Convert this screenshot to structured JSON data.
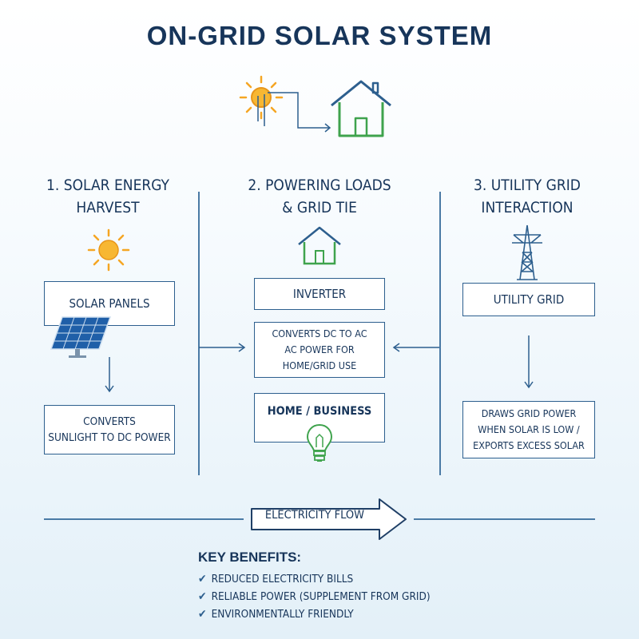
{
  "title": "ON-GRID SOLAR SYSTEM",
  "columns": [
    {
      "heading_line1": "1. SOLAR ENERGY",
      "heading_line2": "HARVEST",
      "box1": "SOLAR PANELS",
      "box2_line1": "CONVERTS",
      "box2_line2": "SUNLIGHT TO DC POWER"
    },
    {
      "heading_line1": "2. POWERING LOADS",
      "heading_line2": "& GRID TIE",
      "box1": "INVERTER",
      "box2_line1": "CONVERTS DC TO AC",
      "box2_line2": "AC POWER FOR",
      "box2_line3": "HOME/GRID USE",
      "box3": "HOME / BUSINESS"
    },
    {
      "heading_line1": "3. UTILITY GRID",
      "heading_line2": "INTERACTION",
      "box1": "UTILITY GRID",
      "box2_line1": "DRAWS GRID POWER",
      "box2_line2": "WHEN SOLAR IS LOW /",
      "box2_line3": "EXPORTS EXCESS SOLAR"
    }
  ],
  "flow_label": "ELECTRICITY FLOW",
  "benefits_title": "KEY BENEFITS:",
  "benefits": [
    "REDUCED ELECTRICITY BILLS",
    "RELIABLE POWER (SUPPLEMENT FROM GRID)",
    "ENVIRONMENTALLY FRIENDLY"
  ],
  "colors": {
    "primary": "#17355a",
    "accent": "#2d5f8e",
    "sun": "#f5a623",
    "house": "#3fa34d"
  },
  "icons": [
    "sun-icon",
    "house-icon",
    "solar-panel-icon",
    "transmission-tower-icon",
    "lightbulb-icon",
    "checkmark-icon"
  ]
}
